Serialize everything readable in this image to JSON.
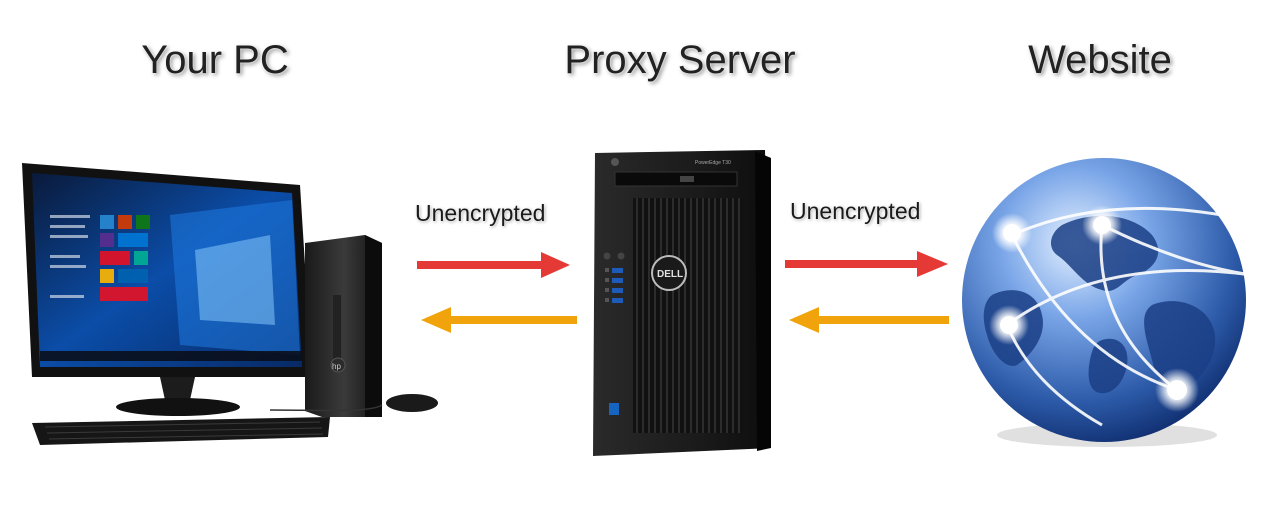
{
  "nodes": {
    "pc": {
      "title": "Your PC"
    },
    "proxy": {
      "title": "Proxy Server"
    },
    "website": {
      "title": "Website"
    }
  },
  "links": {
    "pc_proxy": {
      "label": "Unencrypted"
    },
    "proxy_website": {
      "label": "Unencrypted"
    }
  },
  "colors": {
    "request_arrow": "#e53935",
    "response_arrow": "#f0a30a"
  },
  "icons": [
    "desktop-computer-icon",
    "tower-server-icon",
    "globe-network-icon"
  ]
}
